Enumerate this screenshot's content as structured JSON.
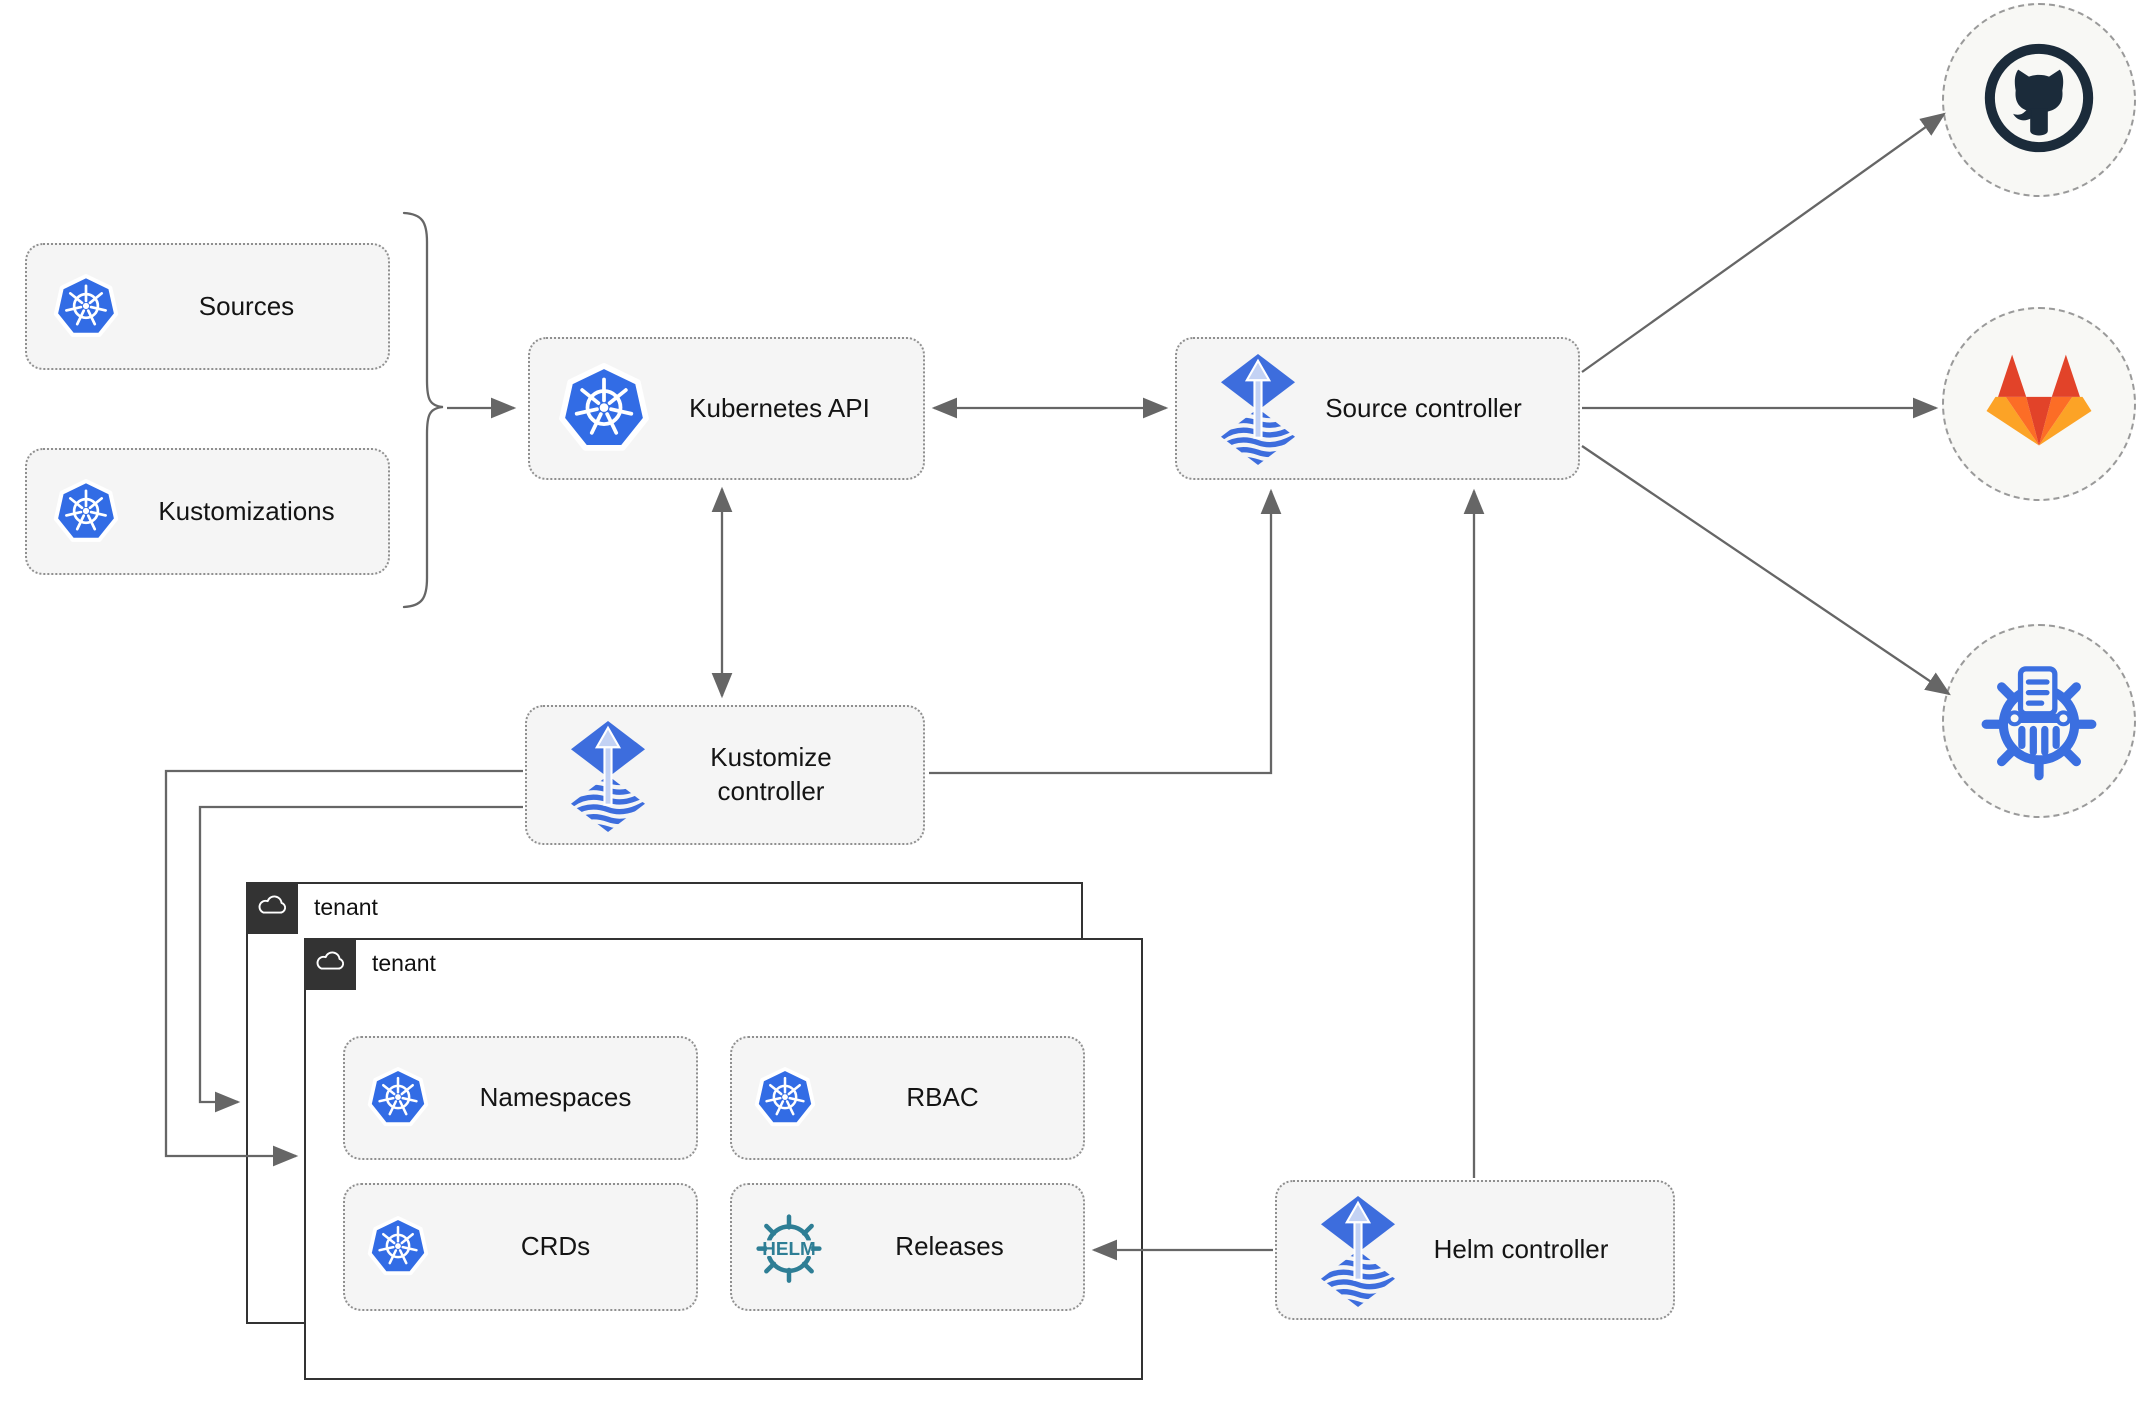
{
  "nodes": {
    "sources": {
      "label": "Sources",
      "icon": "kubernetes"
    },
    "kustomizations": {
      "label": "Kustomizations",
      "icon": "kubernetes"
    },
    "kubernetes_api": {
      "label": "Kubernetes API",
      "icon": "kubernetes"
    },
    "source_controller": {
      "label": "Source controller",
      "icon": "flux"
    },
    "kustomize_controller": {
      "label": "Kustomize controller",
      "icon": "flux"
    },
    "helm_controller": {
      "label": "Helm controller",
      "icon": "flux"
    },
    "namespaces": {
      "label": "Namespaces",
      "icon": "kubernetes"
    },
    "rbac": {
      "label": "RBAC",
      "icon": "kubernetes"
    },
    "crds": {
      "label": "CRDs",
      "icon": "kubernetes"
    },
    "releases": {
      "label": "Releases",
      "icon": "helm"
    }
  },
  "tenants": {
    "back": {
      "label": "tenant",
      "icon": "cloud"
    },
    "front": {
      "label": "tenant",
      "icon": "cloud"
    }
  },
  "external_targets": [
    {
      "name": "github",
      "icon": "github-octocat-icon"
    },
    {
      "name": "gitlab",
      "icon": "gitlab-tanuki-icon"
    },
    {
      "name": "kustomize",
      "icon": "kustomize-wheel-icon"
    }
  ],
  "edges": [
    {
      "from": "sources-kustomizations-group",
      "to": "kubernetes-api",
      "type": "arrow"
    },
    {
      "from": "kubernetes-api",
      "to": "source-controller",
      "type": "bidirectional"
    },
    {
      "from": "kubernetes-api",
      "to": "kustomize-controller",
      "type": "bidirectional"
    },
    {
      "from": "kustomize-controller",
      "to": "source-controller",
      "type": "arrow"
    },
    {
      "from": "kustomize-controller",
      "to": "tenant-back",
      "type": "arrow"
    },
    {
      "from": "kustomize-controller",
      "to": "tenant-front",
      "type": "arrow"
    },
    {
      "from": "helm-controller",
      "to": "source-controller",
      "type": "arrow"
    },
    {
      "from": "helm-controller",
      "to": "releases",
      "type": "arrow"
    },
    {
      "from": "source-controller",
      "to": "github",
      "type": "arrow"
    },
    {
      "from": "source-controller",
      "to": "gitlab",
      "type": "arrow"
    },
    {
      "from": "source-controller",
      "to": "kustomize",
      "type": "arrow"
    }
  ],
  "colors": {
    "kubernetes_blue": "#326ce5",
    "flux_blue": "#3d6ddd",
    "flux_arrow_light": "#c3d2f4",
    "helm_teal": "#2e7e95",
    "github_dark": "#1b2b3a",
    "gitlab_dark_orange": "#e24329",
    "gitlab_mid_orange": "#fc6d26",
    "gitlab_light_orange": "#fca326",
    "kustomize_blue": "#3b6fe0",
    "line_gray": "#666666",
    "node_fill": "#f5f5f5",
    "tenant_dark": "#333333"
  }
}
